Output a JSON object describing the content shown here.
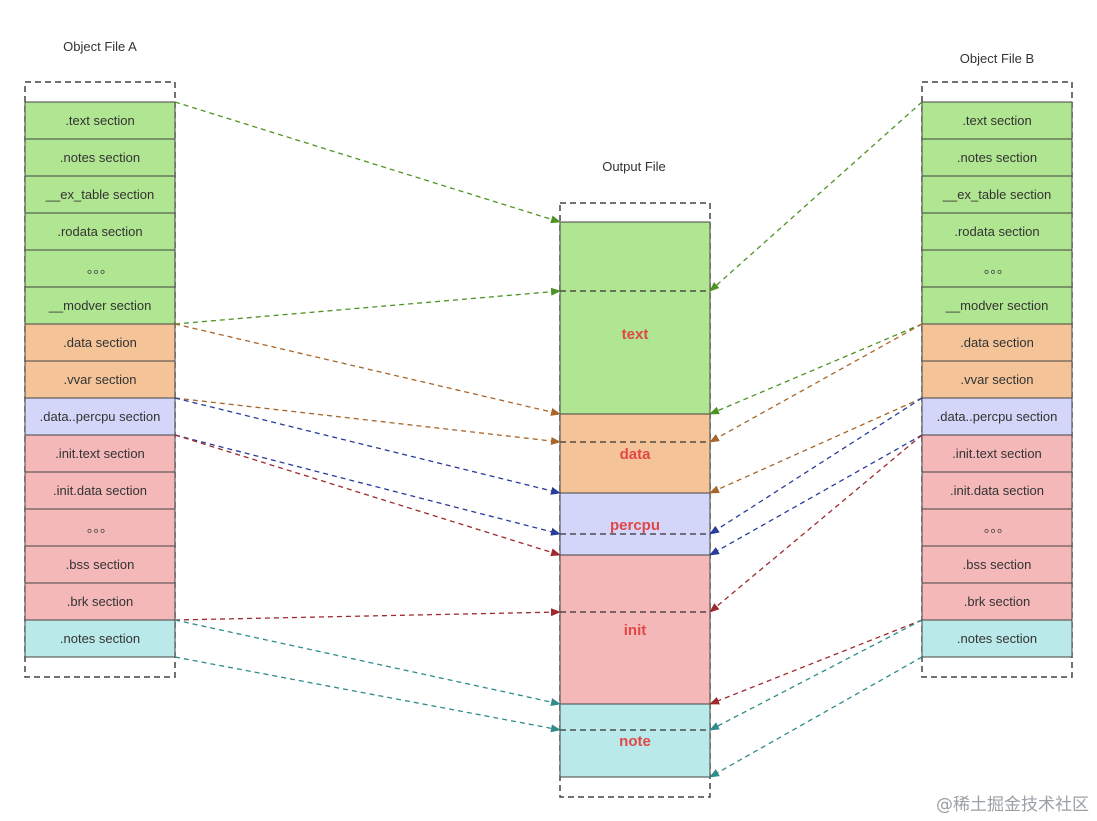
{
  "colors": {
    "green": "#b0e591",
    "orange": "#f4c498",
    "purple": "#d3d5f9",
    "pink": "#f5b8b9",
    "cyan": "#bae9ea"
  },
  "arrow_colors": {
    "green": "#4f9224",
    "orange": "#a8662a",
    "blue": "#2a3c9a",
    "red": "#9e2a2e",
    "teal": "#2f8c8a"
  },
  "file_a": {
    "title": "Object File A",
    "sections": [
      {
        "label": ".text section",
        "color": "green"
      },
      {
        "label": ".notes section",
        "color": "green"
      },
      {
        "label": "__ex_table section",
        "color": "green"
      },
      {
        "label": ".rodata section",
        "color": "green"
      },
      {
        "label": "。。。",
        "color": "green"
      },
      {
        "label": "__modver section",
        "color": "green"
      },
      {
        "label": ".data section",
        "color": "orange"
      },
      {
        "label": ".vvar section",
        "color": "orange"
      },
      {
        "label": ".data..percpu section",
        "color": "purple"
      },
      {
        "label": ".init.text section",
        "color": "pink"
      },
      {
        "label": ".init.data section",
        "color": "pink"
      },
      {
        "label": "。。。",
        "color": "pink"
      },
      {
        "label": ".bss section",
        "color": "pink"
      },
      {
        "label": ".brk section",
        "color": "pink"
      },
      {
        "label": ".notes section",
        "color": "cyan"
      }
    ]
  },
  "file_b": {
    "title": "Object File B",
    "sections": [
      {
        "label": ".text section",
        "color": "green"
      },
      {
        "label": ".notes section",
        "color": "green"
      },
      {
        "label": "__ex_table section",
        "color": "green"
      },
      {
        "label": ".rodata section",
        "color": "green"
      },
      {
        "label": "。。。",
        "color": "green"
      },
      {
        "label": "__modver section",
        "color": "green"
      },
      {
        "label": ".data section",
        "color": "orange"
      },
      {
        "label": ".vvar section",
        "color": "orange"
      },
      {
        "label": ".data..percpu section",
        "color": "purple"
      },
      {
        "label": ".init.text section",
        "color": "pink"
      },
      {
        "label": ".init.data section",
        "color": "pink"
      },
      {
        "label": "。。。",
        "color": "pink"
      },
      {
        "label": ".bss section",
        "color": "pink"
      },
      {
        "label": ".brk section",
        "color": "pink"
      },
      {
        "label": ".notes section",
        "color": "cyan"
      }
    ]
  },
  "output": {
    "title": "Output File",
    "sections": [
      {
        "label": "text",
        "color": "green"
      },
      {
        "label": "data",
        "color": "orange"
      },
      {
        "label": "percpu",
        "color": "purple"
      },
      {
        "label": "init",
        "color": "pink"
      },
      {
        "label": "note",
        "color": "cyan"
      }
    ]
  },
  "watermark": "@稀土掘金技术社区"
}
